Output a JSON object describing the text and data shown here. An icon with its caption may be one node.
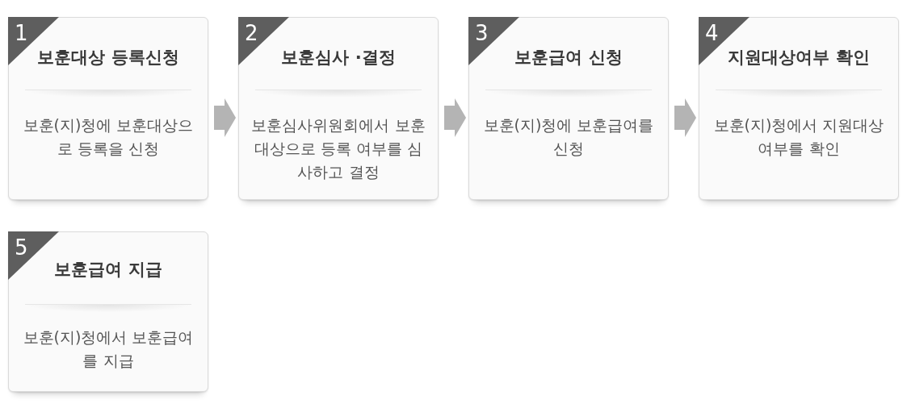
{
  "diagram": {
    "nodes": [
      {
        "text": [
          "1",
          "보훈대상 등록신청",
          "보훈(지)청에 보훈대상으로 등록을 신청"
        ]
      },
      {
        "text": [
          "2",
          "보훈심사 ·결정",
          "보훈심사위원회에서 보훈대상으로 등록 여부를 심사하고 결정"
        ]
      },
      {
        "text": [
          "3",
          "보훈급여 신청",
          "보훈(지)청에 보훈급여를 신청"
        ]
      },
      {
        "text": [
          "4",
          "지원대상여부 확인",
          "보훈(지)청에서 지원대상 여부를 확인"
        ]
      },
      {
        "text": [
          "5",
          "보훈급여 지급",
          "보훈(지)청에서 보훈급여를 지급"
        ]
      }
    ],
    "edges": [
      {
        "from": 0,
        "to": 1,
        "arrow": "to"
      },
      {
        "from": 1,
        "to": 2,
        "arrow": "to"
      },
      {
        "from": 2,
        "to": 3,
        "arrow": "to"
      }
    ]
  }
}
